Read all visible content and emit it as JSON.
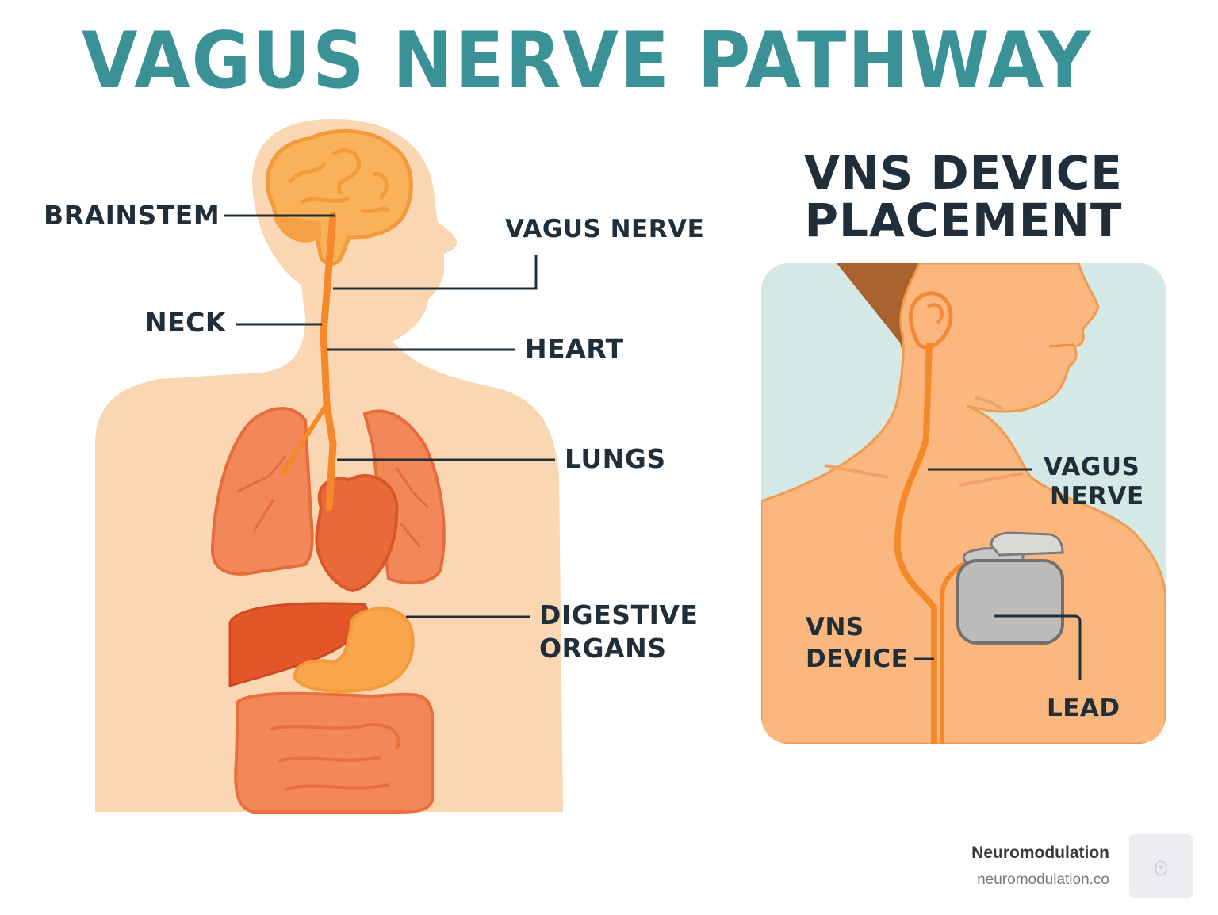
{
  "title": "VAGUS NERVE PATHWAY",
  "colors": {
    "title": "#3a9297",
    "label_text": "#1f2e38",
    "skin": "#fbd3ad",
    "nerve": "#f5892a",
    "organ": "#ef7c4c",
    "liver": "#e2562a",
    "stomach": "#f9a64a",
    "panel_bg": "#d4e8e6",
    "device": "#bdbcbb"
  },
  "left_diagram": {
    "labels": {
      "brainstem": "BRAINSTEM",
      "vagus_nerve": "VAGUS NERVE",
      "neck": "NECK",
      "heart": "HEART",
      "lungs": "LUNGS",
      "digestive_line1": "DIGESTIVE",
      "digestive_line2": "ORGANS"
    }
  },
  "right_panel": {
    "title_line1": "VNS DEVICE",
    "title_line2": "PLACEMENT",
    "labels": {
      "vagus_line1": "VAGUS",
      "vagus_line2": "NERVE",
      "device_line1": "VNS",
      "device_line2": "DEVICE",
      "lead": "LEAD"
    }
  },
  "footer": {
    "brand_name": "Neuromodulation",
    "brand_url": "neuromodulation.co",
    "logo_icon": "bear-logo-icon"
  }
}
